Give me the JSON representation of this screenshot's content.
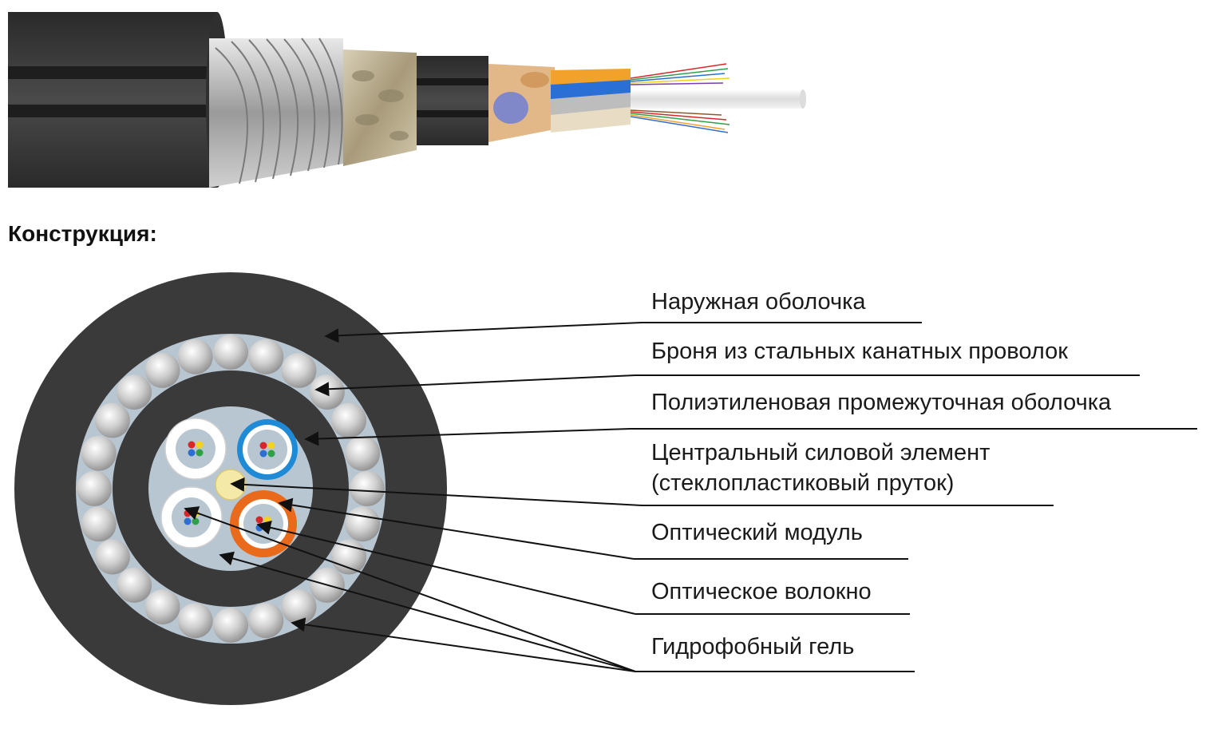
{
  "heading": "Конструкция:",
  "labels": {
    "outer_sheath": "Наружная оболочка",
    "armor": "Броня из стальных канатных проволок",
    "intermediate_sheath": "Полиэтиленовая промежуточная оболочка",
    "central_member_line1": "Центральный силовой элемент",
    "central_member_line2": "(стеклопластиковый пруток)",
    "optical_module": "Оптический модуль",
    "optical_fiber": "Оптическое волокно",
    "gel": "Гидрофобный гель"
  },
  "colors": {
    "sheath": "#3a3a3a",
    "gel": "#b8c6d2",
    "wire": "#c9c9c9",
    "module_white": "#ffffff",
    "module_blue": "#1f8ad6",
    "module_orange": "#e86a1a",
    "central_member": "#f5e9a8",
    "fiber_red": "#d9262a",
    "fiber_yellow": "#f2d21a",
    "fiber_blue": "#2d6fd1",
    "fiber_green": "#2fa04a"
  },
  "icons": {
    "cable_photo": "stripped-cable-illustration",
    "cross_section": "cable-cross-section-diagram"
  }
}
